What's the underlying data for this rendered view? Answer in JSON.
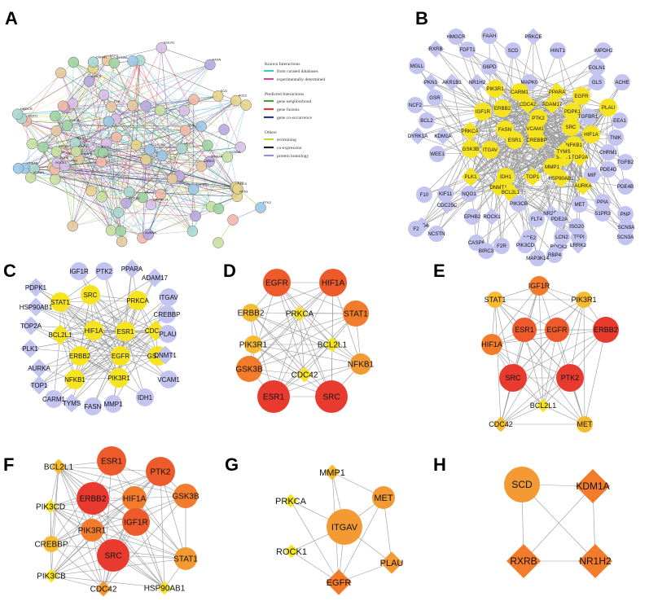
{
  "panel_labels": [
    "A",
    "B",
    "C",
    "D",
    "E",
    "F",
    "G",
    "H"
  ],
  "colors": {
    "red": "#e83a2e",
    "orange_red": "#ed5a2b",
    "orange": "#f27c2c",
    "light_orange": "#f39a34",
    "yellow_orange": "#f6bb30",
    "yellow": "#f7e421",
    "bright_yellow": "#f6f21c",
    "lavender": "#c3c4ef",
    "edge": "#9a9a9a"
  },
  "panel_a": {
    "legend": {
      "known_title": "Known Interactions",
      "known": [
        {
          "text": "from curated databases",
          "color": "#3fc5cf"
        },
        {
          "text": "experimentally determined",
          "color": "#c84d9c"
        }
      ],
      "predicted_title": "Predicted Interactions",
      "predicted": [
        {
          "text": "gene neighborhood",
          "color": "#3aa640"
        },
        {
          "text": "gene fusions",
          "color": "#e03a35"
        },
        {
          "text": "gene co-occurrence",
          "color": "#2b3a8f"
        }
      ],
      "others_title": "Others",
      "others": [
        {
          "text": "textmining",
          "color": "#c6d53a"
        },
        {
          "text": "co-expression",
          "color": "#222222"
        },
        {
          "text": "protein homology",
          "color": "#9b8fd6"
        }
      ]
    },
    "labels": [
      "F10",
      "F2R",
      "TFPI",
      "PDE4D",
      "MMP1",
      "PDE2A",
      "ACHE",
      "ACE2",
      "CARM1",
      "PDE4B",
      "NCF2",
      "NQO1",
      "FAAH",
      "IGF1R",
      "ROCK2",
      "TGFB2",
      "SCD",
      "HMGCR",
      "PTK2",
      "ROCK1",
      "EEA1",
      "TGFBR1",
      "CASP6",
      "AURKA",
      "IDH1",
      "VCAM1",
      "FASN",
      "MAP3K14",
      "PKN1",
      "HINT1",
      "CDC25C",
      "LRRK2",
      "ISG20",
      "SCN9A",
      "SCN3A",
      "BIRC3",
      "EGLN1",
      "GLS"
    ]
  },
  "panel_b": {
    "nodes": [
      {
        "id": "HMGCR",
        "c": "lavender",
        "s": "circle"
      },
      {
        "id": "FAAH",
        "c": "lavender",
        "s": "circle"
      },
      {
        "id": "PRKCE",
        "c": "lavender",
        "s": "diamond"
      },
      {
        "id": "RXRB",
        "c": "lavender",
        "s": "diamond"
      },
      {
        "id": "FDFT1",
        "c": "lavender",
        "s": "circle"
      },
      {
        "id": "SCD",
        "c": "lavender",
        "s": "circle"
      },
      {
        "id": "HINT1",
        "c": "lavender",
        "s": "circle"
      },
      {
        "id": "IMPDH2",
        "c": "lavender",
        "s": "circle"
      },
      {
        "id": "MGLL",
        "c": "lavender",
        "s": "circle"
      },
      {
        "id": "G6PD",
        "c": "lavender",
        "s": "circle"
      },
      {
        "id": "EGLN1",
        "c": "lavender",
        "s": "circle"
      },
      {
        "id": "PKN1",
        "c": "lavender",
        "s": "diamond"
      },
      {
        "id": "AKR1B1",
        "c": "lavender",
        "s": "diamond"
      },
      {
        "id": "NR1H2",
        "c": "lavender",
        "s": "diamond"
      },
      {
        "id": "MAPK0",
        "c": "lavender",
        "s": "circle"
      },
      {
        "id": "GLS",
        "c": "lavender",
        "s": "circle"
      },
      {
        "id": "ACHE",
        "c": "lavender",
        "s": "circle"
      },
      {
        "id": "GSR",
        "c": "lavender",
        "s": "circle"
      },
      {
        "id": "NCF2",
        "c": "lavender",
        "s": "circle"
      },
      {
        "id": "PIK3R1",
        "c": "yellow",
        "s": "circle"
      },
      {
        "id": "CARM1",
        "c": "yellow",
        "s": "circle"
      },
      {
        "id": "PPARA",
        "c": "yellow",
        "s": "diamond"
      },
      {
        "id": "EGFR",
        "c": "yellow",
        "s": "circle"
      },
      {
        "id": "PLAU",
        "c": "yellow",
        "s": "circle"
      },
      {
        "id": "BCL2",
        "c": "lavender",
        "s": "circle"
      },
      {
        "id": "IGF1R",
        "c": "yellow",
        "s": "circle"
      },
      {
        "id": "ERBB2",
        "c": "yellow",
        "s": "circle"
      },
      {
        "id": "CDC42",
        "c": "yellow",
        "s": "diamond"
      },
      {
        "id": "ADAM17",
        "c": "yellow",
        "s": "diamond"
      },
      {
        "id": "PDPK1",
        "c": "yellow",
        "s": "circle"
      },
      {
        "id": "TGFBR1",
        "c": "lavender",
        "s": "circle"
      },
      {
        "id": "EEA1",
        "c": "lavender",
        "s": "circle"
      },
      {
        "id": "TNIK",
        "c": "lavender",
        "s": "circle"
      },
      {
        "id": "DYRK1A",
        "c": "lavender",
        "s": "diamond"
      },
      {
        "id": "KDM1A",
        "c": "lavender",
        "s": "diamond"
      },
      {
        "id": "PRKCA",
        "c": "yellow",
        "s": "diamond"
      },
      {
        "id": "FASN",
        "c": "yellow",
        "s": "circle"
      },
      {
        "id": "VCAM1",
        "c": "yellow",
        "s": "circle"
      },
      {
        "id": "PTK2",
        "c": "yellow",
        "s": "circle"
      },
      {
        "id": "SRC",
        "c": "yellow",
        "s": "circle"
      },
      {
        "id": "HIF1A",
        "c": "yellow",
        "s": "circle"
      },
      {
        "id": "CHRM1",
        "c": "lavender",
        "s": "circle"
      },
      {
        "id": "PDE4D",
        "c": "lavender",
        "s": "circle"
      },
      {
        "id": "WEE1",
        "c": "lavender",
        "s": "circle"
      },
      {
        "id": "GSK3B",
        "c": "yellow",
        "s": "circle"
      },
      {
        "id": "ITGAV",
        "c": "yellow",
        "s": "circle"
      },
      {
        "id": "ESR1",
        "c": "yellow",
        "s": "circle"
      },
      {
        "id": "CREBBP",
        "c": "yellow",
        "s": "circle"
      },
      {
        "id": "NFKB1",
        "c": "yellow",
        "s": "circle"
      },
      {
        "id": "MIF",
        "c": "lavender",
        "s": "circle"
      },
      {
        "id": "PDE4B",
        "c": "lavender",
        "s": "circle"
      },
      {
        "id": "F10",
        "c": "lavender",
        "s": "circle"
      },
      {
        "id": "KIF11",
        "c": "lavender",
        "s": "circle"
      },
      {
        "id": "NQO1",
        "c": "lavender",
        "s": "circle"
      },
      {
        "id": "TOP2A",
        "c": "yellow",
        "s": "diamond"
      },
      {
        "id": "TGFB2",
        "c": "lavender",
        "s": "circle"
      },
      {
        "id": "PLK1",
        "c": "yellow",
        "s": "diamond"
      },
      {
        "id": "IDH1",
        "c": "yellow",
        "s": "circle"
      },
      {
        "id": "TOP1",
        "c": "yellow",
        "s": "diamond"
      },
      {
        "id": "MMP1",
        "c": "yellow",
        "s": "circle"
      },
      {
        "id": "STAT1",
        "c": "yellow",
        "s": "circle"
      },
      {
        "id": "HSP90AB1",
        "c": "yellow",
        "s": "diamond"
      },
      {
        "id": "CDC25C",
        "c": "lavender",
        "s": "diamond"
      },
      {
        "id": "AURKA",
        "c": "yellow",
        "s": "diamond"
      },
      {
        "id": "PPIA",
        "c": "lavender",
        "s": "circle"
      },
      {
        "id": "BRD4",
        "c": "lavender",
        "s": "diamond"
      },
      {
        "id": "DNMT1",
        "c": "yellow",
        "s": "diamond"
      },
      {
        "id": "BCL2L1",
        "c": "yellow",
        "s": "diamond"
      },
      {
        "id": "TYMS",
        "c": "yellow",
        "s": "diamond"
      },
      {
        "id": "MET",
        "c": "lavender",
        "s": "circle"
      },
      {
        "id": "S1PR3",
        "c": "lavender",
        "s": "circle"
      },
      {
        "id": "PNP",
        "c": "lavender",
        "s": "circle"
      },
      {
        "id": "EPHB2",
        "c": "lavender",
        "s": "circle"
      },
      {
        "id": "PIK3CB",
        "c": "lavender",
        "s": "circle"
      },
      {
        "id": "ROCK1",
        "c": "lavender",
        "s": "diamond"
      },
      {
        "id": "FLT4",
        "c": "lavender",
        "s": "circle"
      },
      {
        "id": "NR2F2",
        "c": "lavender",
        "s": "diamond"
      },
      {
        "id": "PDE2A",
        "c": "lavender",
        "s": "circle"
      },
      {
        "id": "F2",
        "c": "lavender",
        "s": "circle"
      },
      {
        "id": "ISG20",
        "c": "lavender",
        "s": "circle"
      },
      {
        "id": "SCN9A",
        "c": "lavender",
        "s": "circle"
      },
      {
        "id": "NCSTN",
        "c": "lavender",
        "s": "circle"
      },
      {
        "id": "CASP6",
        "c": "lavender",
        "s": "circle"
      },
      {
        "id": "ACE2",
        "c": "lavender",
        "s": "circle"
      },
      {
        "id": "LCN2",
        "c": "lavender",
        "s": "circle"
      },
      {
        "id": "TFPI",
        "c": "lavender",
        "s": "circle"
      },
      {
        "id": "SCN3A",
        "c": "lavender",
        "s": "circle"
      },
      {
        "id": "BIRC3",
        "c": "lavender",
        "s": "circle"
      },
      {
        "id": "F2R",
        "c": "lavender",
        "s": "circle"
      },
      {
        "id": "PIK3CD",
        "c": "lavender",
        "s": "circle"
      },
      {
        "id": "ROCK2",
        "c": "lavender",
        "s": "diamond"
      },
      {
        "id": "RBP4",
        "c": "lavender",
        "s": "circle"
      },
      {
        "id": "MAP3K14",
        "c": "lavender",
        "s": "circle"
      },
      {
        "id": "LRRK2",
        "c": "lavender",
        "s": "diamond"
      }
    ]
  },
  "panel_c": {
    "nodes": [
      {
        "id": "IGF1R",
        "c": "lavender",
        "s": "circle"
      },
      {
        "id": "PTK2",
        "c": "lavender",
        "s": "circle"
      },
      {
        "id": "PPARA",
        "c": "lavender",
        "s": "diamond"
      },
      {
        "id": "ADAM17",
        "c": "lavender",
        "s": "diamond"
      },
      {
        "id": "PDPK1",
        "c": "lavender",
        "s": "diamond"
      },
      {
        "id": "SRC",
        "c": "yellow",
        "s": "circle"
      },
      {
        "id": "ITGAV",
        "c": "lavender",
        "s": "circle"
      },
      {
        "id": "STAT1",
        "c": "yellow",
        "s": "circle"
      },
      {
        "id": "PRKCA",
        "c": "yellow",
        "s": "circle"
      },
      {
        "id": "HSP90AB1",
        "c": "lavender",
        "s": "diamond"
      },
      {
        "id": "CREBBP",
        "c": "lavender",
        "s": "circle"
      },
      {
        "id": "TOP2A",
        "c": "lavender",
        "s": "diamond"
      },
      {
        "id": "BCL2L1",
        "c": "yellow",
        "s": "diamond"
      },
      {
        "id": "HIF1A",
        "c": "yellow",
        "s": "circle"
      },
      {
        "id": "ESR1",
        "c": "yellow",
        "s": "circle"
      },
      {
        "id": "CDC42",
        "c": "yellow",
        "s": "diamond"
      },
      {
        "id": "PLAU",
        "c": "lavender",
        "s": "circle"
      },
      {
        "id": "PLK1",
        "c": "lavender",
        "s": "diamond"
      },
      {
        "id": "ERBB2",
        "c": "yellow",
        "s": "circle"
      },
      {
        "id": "EGFR",
        "c": "yellow",
        "s": "circle"
      },
      {
        "id": "GSK3B",
        "c": "yellow",
        "s": "circle"
      },
      {
        "id": "DNMT1",
        "c": "lavender",
        "s": "diamond"
      },
      {
        "id": "AURKA",
        "c": "lavender",
        "s": "diamond"
      },
      {
        "id": "NFKB1",
        "c": "yellow",
        "s": "circle"
      },
      {
        "id": "PIK3R1",
        "c": "yellow",
        "s": "circle"
      },
      {
        "id": "VCAM1",
        "c": "lavender",
        "s": "circle"
      },
      {
        "id": "TOP1",
        "c": "lavender",
        "s": "diamond"
      },
      {
        "id": "CARM1",
        "c": "lavender",
        "s": "circle"
      },
      {
        "id": "TYMS",
        "c": "lavender",
        "s": "diamond"
      },
      {
        "id": "FASN",
        "c": "lavender",
        "s": "circle"
      },
      {
        "id": "MMP1",
        "c": "lavender",
        "s": "circle"
      },
      {
        "id": "IDH1",
        "c": "lavender",
        "s": "circle"
      }
    ]
  },
  "panel_d": {
    "nodes": [
      {
        "id": "EGFR",
        "c": "orange_red",
        "s": "circle"
      },
      {
        "id": "HIF1A",
        "c": "orange_red",
        "s": "circle"
      },
      {
        "id": "ERBB2",
        "c": "yellow_orange",
        "s": "circle"
      },
      {
        "id": "PRKCA",
        "c": "yellow",
        "s": "diamond"
      },
      {
        "id": "STAT1",
        "c": "orange",
        "s": "circle"
      },
      {
        "id": "PIK3R1",
        "c": "yellow_orange",
        "s": "circle"
      },
      {
        "id": "BCL2L1",
        "c": "yellow",
        "s": "diamond"
      },
      {
        "id": "NFKB1",
        "c": "light_orange",
        "s": "circle"
      },
      {
        "id": "GSK3B",
        "c": "orange",
        "s": "circle"
      },
      {
        "id": "CDC42",
        "c": "yellow",
        "s": "diamond"
      },
      {
        "id": "ESR1",
        "c": "red",
        "s": "circle"
      },
      {
        "id": "SRC",
        "c": "red",
        "s": "circle"
      }
    ]
  },
  "panel_e": {
    "nodes": [
      {
        "id": "IGF1R",
        "c": "orange",
        "s": "circle"
      },
      {
        "id": "STAT1",
        "c": "yellow_orange",
        "s": "circle"
      },
      {
        "id": "PIK3R1",
        "c": "yellow_orange",
        "s": "circle"
      },
      {
        "id": "ESR1",
        "c": "orange_red",
        "s": "circle"
      },
      {
        "id": "EGFR",
        "c": "orange_red",
        "s": "circle"
      },
      {
        "id": "ERBB2",
        "c": "red",
        "s": "circle"
      },
      {
        "id": "HIF1A",
        "c": "orange",
        "s": "circle"
      },
      {
        "id": "SRC",
        "c": "red",
        "s": "circle"
      },
      {
        "id": "PTK2",
        "c": "red",
        "s": "circle"
      },
      {
        "id": "BCL2L1",
        "c": "yellow",
        "s": "diamond"
      },
      {
        "id": "CDC42",
        "c": "yellow_orange",
        "s": "diamond"
      },
      {
        "id": "MET",
        "c": "yellow_orange",
        "s": "circle"
      }
    ]
  },
  "panel_f": {
    "nodes": [
      {
        "id": "BCL2L1",
        "c": "yellow_orange",
        "s": "diamond"
      },
      {
        "id": "ESR1",
        "c": "orange_red",
        "s": "circle"
      },
      {
        "id": "PTK2",
        "c": "orange_red",
        "s": "circle"
      },
      {
        "id": "ERBB2",
        "c": "red",
        "s": "circle"
      },
      {
        "id": "HIF1A",
        "c": "orange",
        "s": "circle"
      },
      {
        "id": "GSK3B",
        "c": "orange",
        "s": "circle"
      },
      {
        "id": "PIK3CD",
        "c": "yellow",
        "s": "diamond"
      },
      {
        "id": "IGF1R",
        "c": "orange_red",
        "s": "circle"
      },
      {
        "id": "PIK3R1",
        "c": "orange",
        "s": "circle"
      },
      {
        "id": "CREBBP",
        "c": "yellow_orange",
        "s": "circle"
      },
      {
        "id": "SRC",
        "c": "red",
        "s": "circle"
      },
      {
        "id": "STAT1",
        "c": "light_orange",
        "s": "circle"
      },
      {
        "id": "PIK3CB",
        "c": "yellow",
        "s": "diamond"
      },
      {
        "id": "CDC42",
        "c": "light_orange",
        "s": "diamond"
      },
      {
        "id": "HSP90AB1",
        "c": "yellow",
        "s": "diamond"
      }
    ]
  },
  "panel_g": {
    "nodes": [
      {
        "id": "MMP1",
        "c": "yellow_orange",
        "s": "diamond"
      },
      {
        "id": "PRKCA",
        "c": "yellow",
        "s": "diamond"
      },
      {
        "id": "MET",
        "c": "light_orange",
        "s": "circle"
      },
      {
        "id": "ITGAV",
        "c": "light_orange",
        "s": "circle"
      },
      {
        "id": "ROCK1",
        "c": "yellow",
        "s": "diamond"
      },
      {
        "id": "PLAU",
        "c": "light_orange",
        "s": "diamond"
      },
      {
        "id": "EGFR",
        "c": "orange",
        "s": "diamond"
      }
    ]
  },
  "panel_h": {
    "nodes": [
      {
        "id": "SCD",
        "c": "light_orange",
        "s": "circle"
      },
      {
        "id": "KDM1A",
        "c": "orange",
        "s": "diamond"
      },
      {
        "id": "RXRB",
        "c": "orange",
        "s": "diamond"
      },
      {
        "id": "NR1H2",
        "c": "orange",
        "s": "diamond"
      }
    ]
  }
}
